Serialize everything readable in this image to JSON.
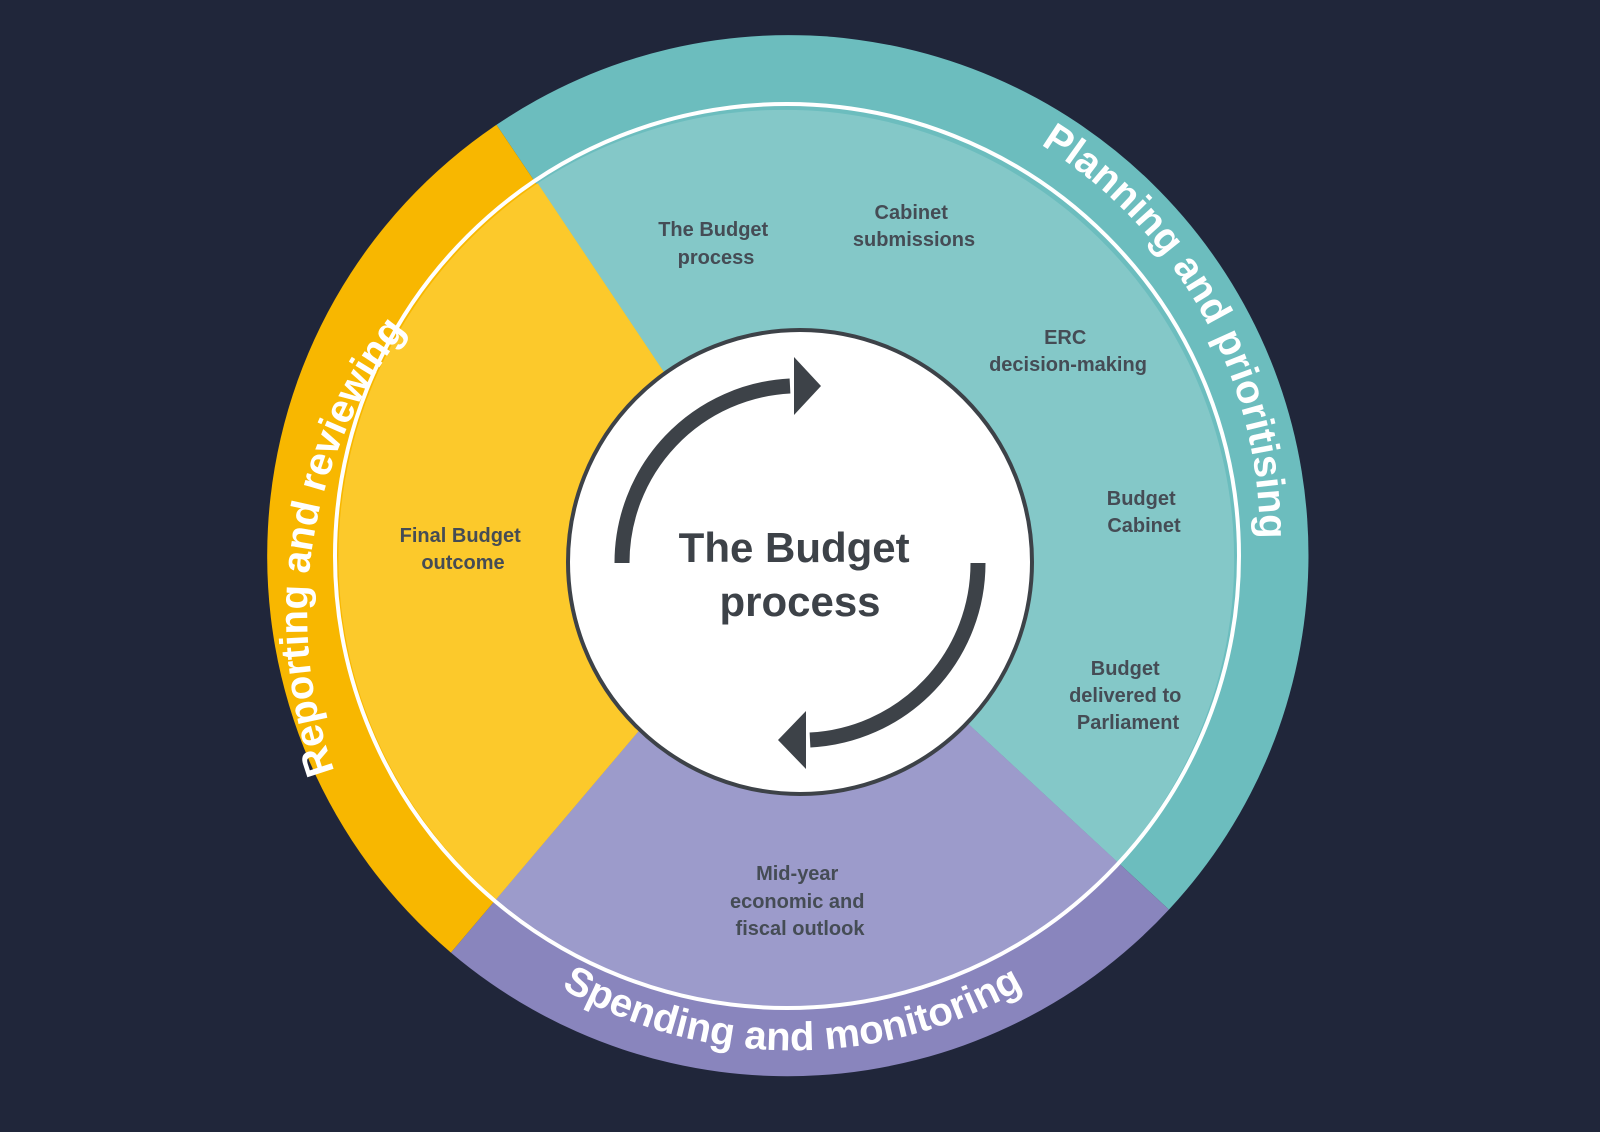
{
  "center": {
    "line1": "The Budget",
    "line2": "process"
  },
  "phases": {
    "planning": {
      "label": "Planning and prioritising",
      "outer_color": "#6cbdbe",
      "inner_color": "#84c8c8"
    },
    "spending": {
      "label": "Spending and monitoring",
      "outer_color": "#8985bd",
      "inner_color": "#9c9bcb"
    },
    "reporting": {
      "label": "Reporting and reviewing",
      "outer_color": "#f8b700",
      "inner_color": "#fcc92b"
    }
  },
  "stages": {
    "budget_process": {
      "line1": "The Budget",
      "line2": "process"
    },
    "cabinet_submissions": {
      "line1": "Cabinet",
      "line2": "submissions"
    },
    "erc": {
      "line1": "ERC",
      "line2": "decision-making"
    },
    "budget_cabinet": {
      "line1": "Budget",
      "line2": "Cabinet"
    },
    "delivered": {
      "line1": "Budget",
      "line2": "delivered to",
      "line3": "Parliament"
    },
    "myefo": {
      "line1": "Mid-year",
      "line2": "economic and",
      "line3": "fiscal outlook"
    },
    "final": {
      "line1": "Final Budget",
      "line2": "outcome"
    }
  },
  "colors": {
    "background": "#20263a",
    "divider": "#ffffff",
    "arrow": "#3d4248",
    "center_fill": "#ffffff"
  }
}
